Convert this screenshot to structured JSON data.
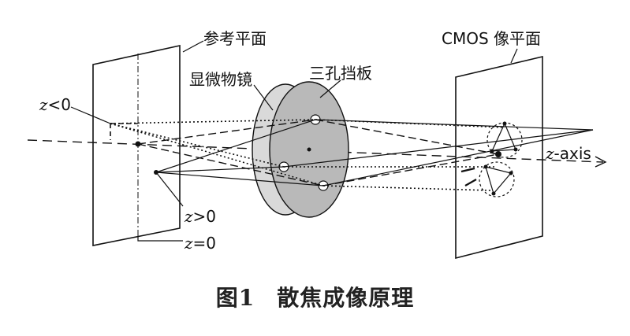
{
  "labels": {
    "reference_plane": "参考平面",
    "microscope_objective": "显微物镜",
    "three_hole_plate": "三孔挡板",
    "cmos_plane": "CMOS 像平面",
    "z_less": "<0",
    "z_greater": ">0",
    "z_equal": "=0",
    "z_axis": "-axis",
    "z_symbol": "z"
  },
  "caption": {
    "figure_no": "图1",
    "title": "散焦成像原理"
  }
}
